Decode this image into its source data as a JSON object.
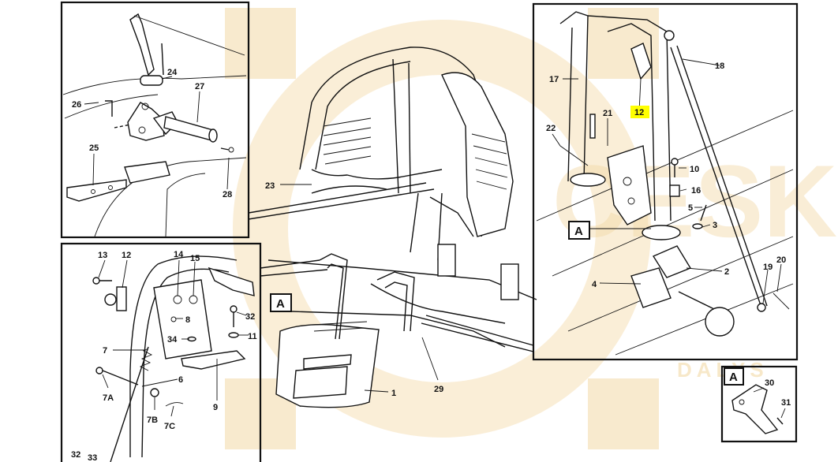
{
  "watermark": {
    "brand": "CESKA",
    "sub": "DALYS"
  },
  "highlight_color": "#ffff00",
  "section_labels": {
    "detail_a": "A"
  },
  "callouts": {
    "c1": "1",
    "c2": "2",
    "c3": "3",
    "c4": "4",
    "c5": "5",
    "c6": "6",
    "c7": "7",
    "c7a": "7A",
    "c7b": "7B",
    "c7c": "7C",
    "c8": "8",
    "c9": "9",
    "c10": "10",
    "c11": "11",
    "c12a": "12",
    "c12b": "12",
    "c13": "13",
    "c14": "14",
    "c15": "15",
    "c16": "16",
    "c17": "17",
    "c18": "18",
    "c19": "19",
    "c20": "20",
    "c21": "21",
    "c22": "22",
    "c23": "23",
    "c24": "24",
    "c25": "25",
    "c26": "26",
    "c27": "27",
    "c28": "28",
    "c29": "29",
    "c30": "30",
    "c31": "31",
    "c32a": "32",
    "c32b": "32",
    "c33": "33",
    "c34": "34"
  }
}
